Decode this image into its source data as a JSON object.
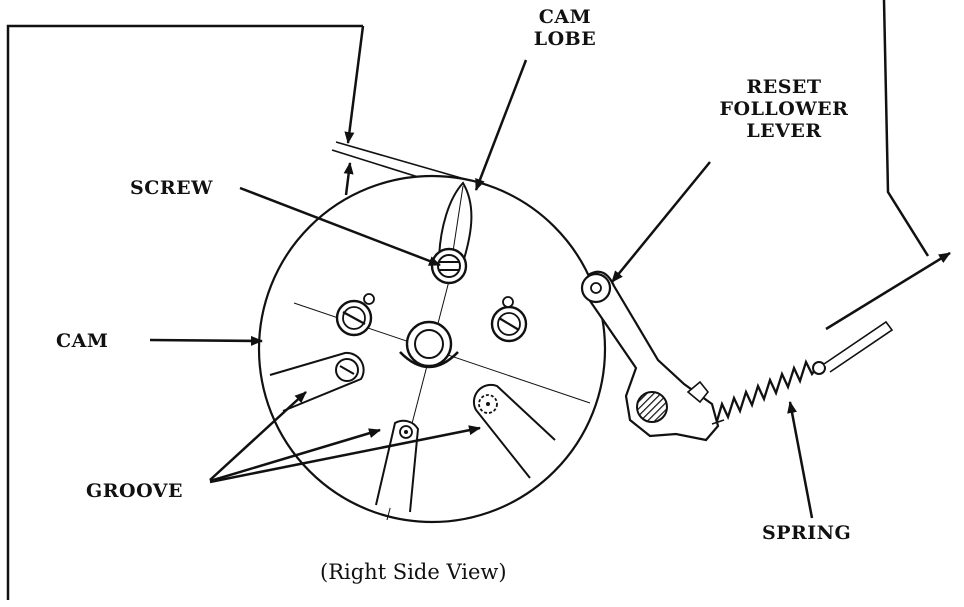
{
  "labels": {
    "cam_lobe": [
      "CAM",
      "LOBE"
    ],
    "reset_follower_lever": [
      "RESET",
      "FOLLOWER",
      "LEVER"
    ],
    "screw": "SCREW",
    "cam": "CAM",
    "groove": "GROOVE",
    "spring": "SPRING"
  },
  "caption": "(Right Side View)",
  "colors": {
    "ink": "#111111",
    "paper": "#ffffff"
  }
}
